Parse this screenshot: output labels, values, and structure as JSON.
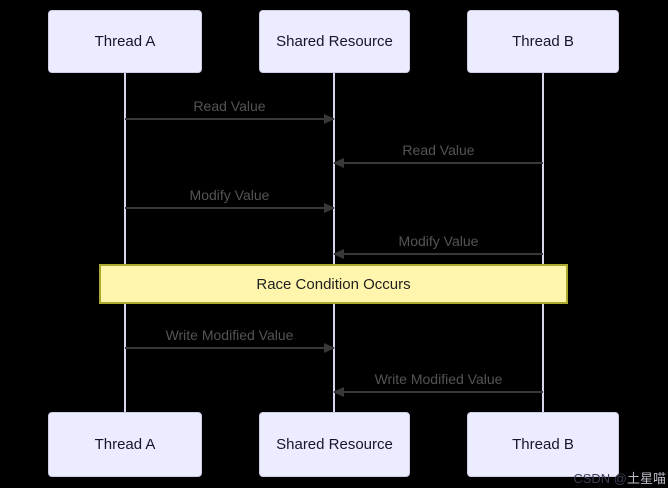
{
  "diagram": {
    "type": "sequence-diagram",
    "actors": [
      {
        "id": "thread-a",
        "label": "Thread A"
      },
      {
        "id": "shared-resource",
        "label": "Shared Resource"
      },
      {
        "id": "thread-b",
        "label": "Thread B"
      }
    ],
    "messages": [
      {
        "from": "Thread A",
        "to": "Shared Resource",
        "label": "Read Value"
      },
      {
        "from": "Thread B",
        "to": "Shared Resource",
        "label": "Read Value"
      },
      {
        "from": "Thread A",
        "to": "Shared Resource",
        "label": "Modify Value"
      },
      {
        "from": "Thread B",
        "to": "Shared Resource",
        "label": "Modify Value"
      },
      {
        "from": "Thread A",
        "to": "Shared Resource",
        "label": "Write Modified Value"
      },
      {
        "from": "Thread B",
        "to": "Shared Resource",
        "label": "Write Modified Value"
      }
    ],
    "note": {
      "label": "Race Condition Occurs"
    },
    "watermark": {
      "prefix": "CSDN @",
      "name": "土星喵"
    },
    "colors": {
      "background": "#000000",
      "actor_fill": "#ECECFF",
      "actor_border": "#CFCCE8",
      "lifeline": "#D9D3EC",
      "message_line": "#383838",
      "message_text": "#545454",
      "note_fill": "#FFF5AD",
      "note_border": "#AAAA33",
      "note_text": "#1F1F1F"
    }
  }
}
